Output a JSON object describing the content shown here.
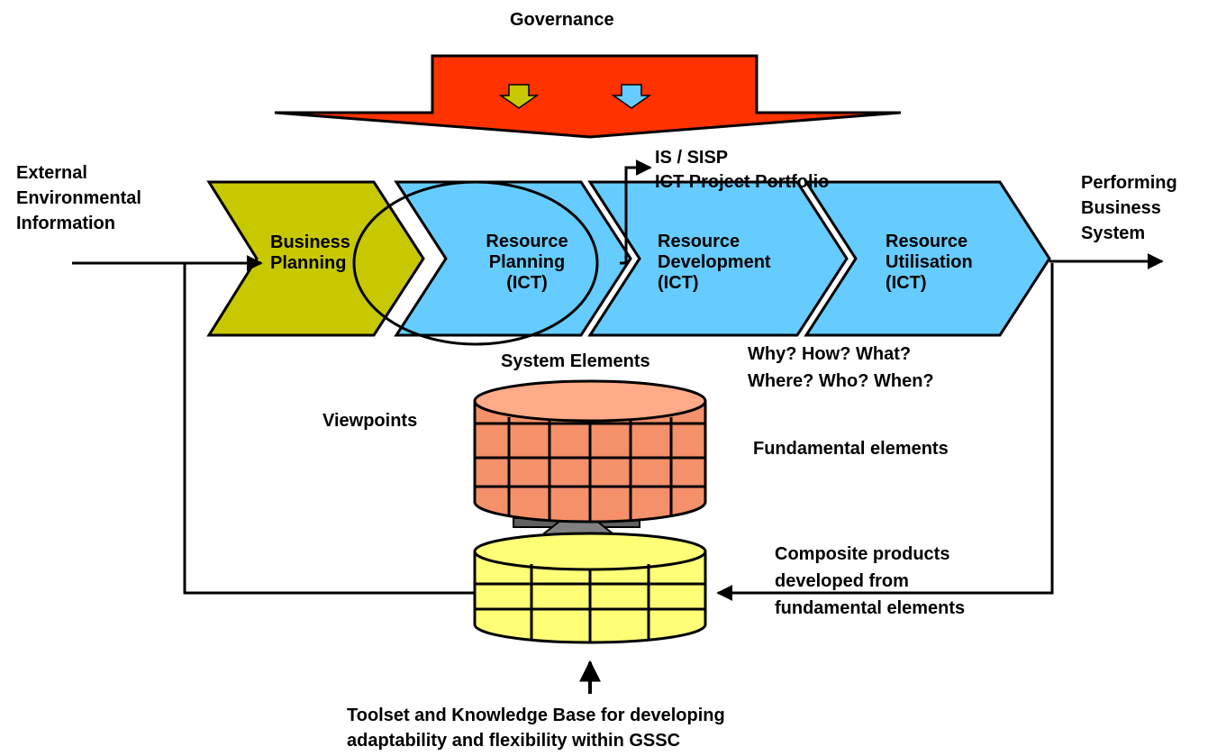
{
  "governance": {
    "label": "Governance"
  },
  "inputs": {
    "external": "External\nEnvironmental\nInformation"
  },
  "outputs": {
    "performing": "Performing\nBusiness\nSystem",
    "portfolio": "IS / SISP\nICT Project Portfolio"
  },
  "stages": [
    {
      "label": "Business\nPlanning",
      "color": "#c8c800"
    },
    {
      "label": "Resource\nPlanning\n(ICT)",
      "color": "#66ccff"
    },
    {
      "label": "Resource\nDevelopment\n(ICT)",
      "color": "#66ccff"
    },
    {
      "label": "Resource\nUtilisation\n(ICT)",
      "color": "#66ccff"
    }
  ],
  "questions": "Why? How? What?\nWhere? Who? When?",
  "system_elements": "System Elements",
  "viewpoints": "Viewpoints",
  "fundamental": "Fundamental elements",
  "composite": "Composite products\ndeveloped from\nfundamental elements",
  "toolset": "Toolset and Knowledge Base for developing\nadaptability and flexibility within GSSC",
  "colors": {
    "governance_red": "#ff3300",
    "arrow_yellow": "#c8c800",
    "arrow_blue": "#66ccff",
    "top_cylinder": "#f4906a",
    "top_cylinder_lid": "#ffaa88",
    "bottom_cylinder": "#ffff77",
    "connector": "#808080"
  }
}
